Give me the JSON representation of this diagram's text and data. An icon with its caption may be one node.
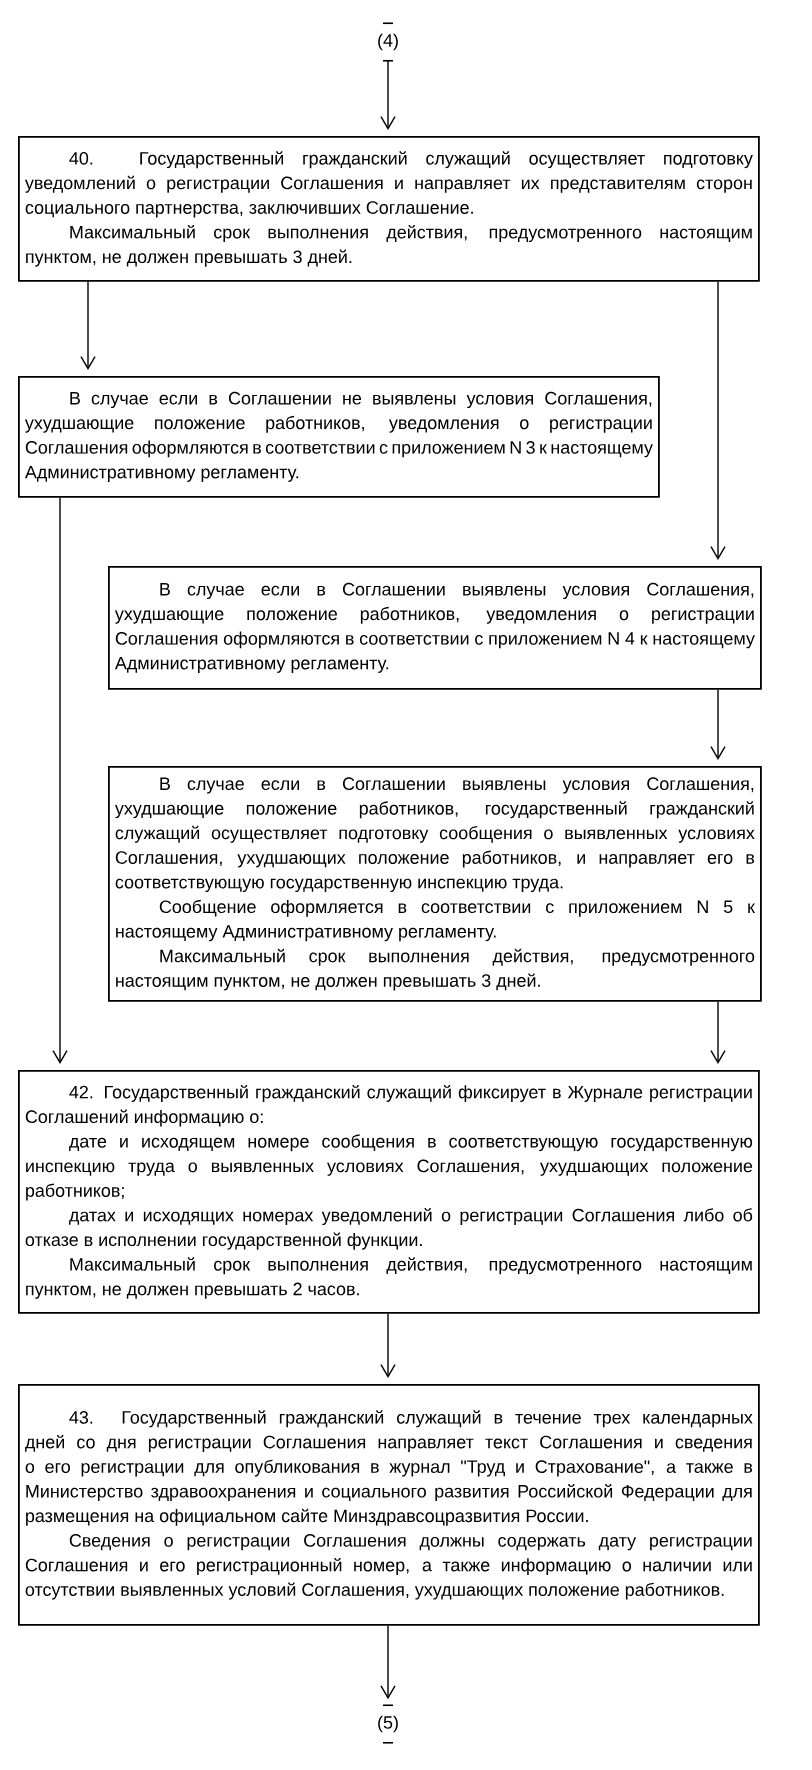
{
  "diagram": {
    "nodes": [
      {
        "text": [
          "(4)"
        ]
      },
      {
        "text": [
          "40. Государственный гражданский служащий осуществляет подготовку уведомлений о регистрации Соглашения и направляет их представителям сторон социального партнерства, заключивших Соглашение.",
          "Максимальный срок выполнения действия, предусмотренного настоящим пунктом, не должен превышать 3 дней."
        ]
      },
      {
        "text": [
          "В случае если в Соглашении не выявлены условия Соглашения, ухудшающие положение работников, уведомления о регистрации Соглашения оформляются в соответствии с приложением N 3 к настоящему Административному регламенту."
        ]
      },
      {
        "text": [
          "В случае если в Соглашении выявлены условия Соглашения, ухудшающие положение работников, уведомления о регистрации Соглашения оформляются в соответствии с приложением N 4 к настоящему Административному регламенту."
        ]
      },
      {
        "text": [
          "В случае если в Соглашении выявлены условия Соглашения, ухудшающие положение работников, государственный гражданский служащий осуществляет подготовку сообщения о выявленных условиях Соглашения, ухудшающих положение работников, и направляет его в соответствующую государственную инспекцию труда.",
          "Сообщение оформляется в соответствии с приложением N 5 к настоящему Административному регламенту.",
          "Максимальный срок выполнения действия, предусмотренного настоящим пунктом, не должен превышать 3 дней."
        ]
      },
      {
        "text": [
          "42. Государственный гражданский служащий фиксирует в Журнале регистрации Соглашений информацию о:",
          "дате и исходящем номере сообщения в соответствующую государственную инспекцию труда о выявленных условиях Соглашения, ухудшающих положение работников;",
          "датах и исходящих номерах уведомлений о регистрации Соглашения либо об отказе в исполнении государственной функции.",
          "Максимальный срок выполнения действия, предусмотренного настоящим пунктом, не должен превышать 2 часов."
        ]
      },
      {
        "text": [
          "43. Государственный гражданский служащий в течение трех календарных дней со дня регистрации Соглашения направляет текст Соглашения и сведения о его регистрации для опубликования в журнал \"Труд и Страхование\", а также в Министерство здравоохранения и социального развития Российской Федерации для размещения на официальном сайте Минздравсоцразвития России.",
          "Сведения о регистрации Соглашения должны содержать дату регистрации Соглашения и его регистрационный номер, а также информацию о наличии или отсутствии выявленных условий Соглашения, ухудшающих положение работников."
        ]
      },
      {
        "text": [
          "(5)"
        ]
      }
    ],
    "edges": [
      {
        "from": 0,
        "to": 1,
        "arrow": "to"
      },
      {
        "from": 1,
        "to": 2,
        "arrow": "to"
      },
      {
        "from": 1,
        "to": 3,
        "arrow": "to"
      },
      {
        "from": 3,
        "to": 4,
        "arrow": "to"
      },
      {
        "from": 2,
        "to": 5,
        "arrow": "to"
      },
      {
        "from": 4,
        "to": 5,
        "arrow": "to"
      },
      {
        "from": 5,
        "to": 6,
        "arrow": "to"
      },
      {
        "from": 6,
        "to": 7,
        "arrow": "to"
      }
    ]
  }
}
